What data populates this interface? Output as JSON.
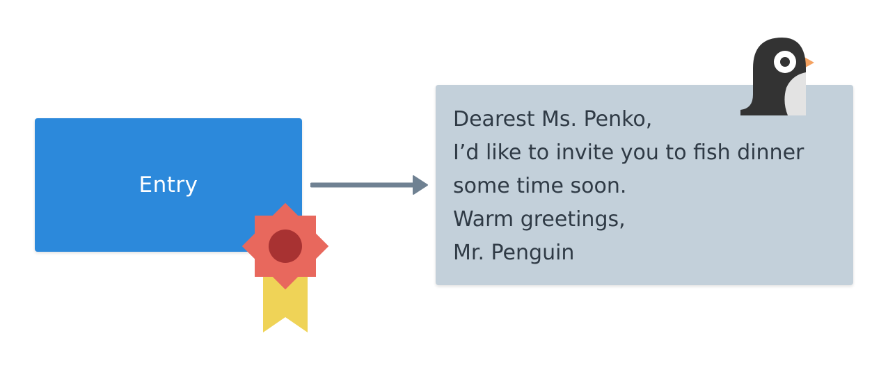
{
  "entry": {
    "label": "Entry"
  },
  "letter": {
    "lines": [
      "Dearest Ms. Penko,",
      "I’d like to invite you to fish dinner",
      "some time soon.",
      "Warm greetings,",
      "Mr. Penguin"
    ]
  },
  "icons": {
    "badge": "award-ribbon-icon",
    "penguin": "penguin-icon",
    "arrow": "arrow-right-icon"
  },
  "colors": {
    "entry_fill": "#2c89db",
    "letter_fill": "#c3d0da",
    "arrow": "#6f8192",
    "text_dark": "#2f3a45",
    "badge_outer": "#e8685d",
    "badge_inner": "#a83232",
    "ribbon": "#efd357",
    "penguin_body": "#333333",
    "penguin_belly": "#e3e3e3",
    "penguin_beak": "#f4a261"
  }
}
